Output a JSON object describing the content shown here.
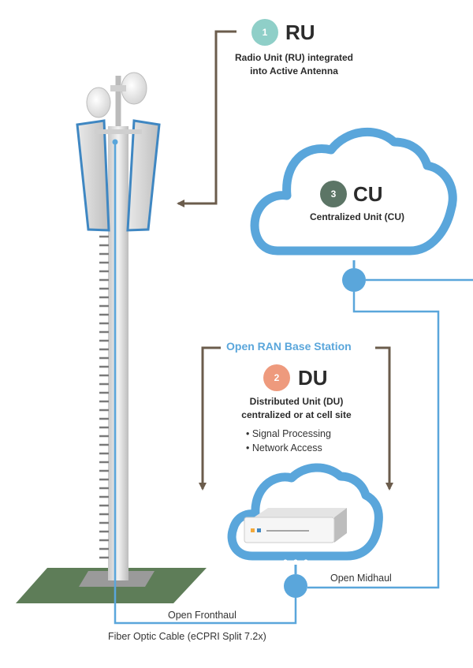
{
  "ru": {
    "number": "1",
    "title": "RU",
    "line1": "Radio Unit (RU) integrated",
    "line2": "into Active Antenna"
  },
  "cu": {
    "number": "3",
    "title": "CU",
    "subtitle": "Centralized Unit (CU)"
  },
  "du": {
    "number": "2",
    "title": "DU",
    "line1": "Distributed Unit (DU)",
    "line2": "centralized or at cell site",
    "bullets": [
      "• Signal Processing",
      "• Network Access"
    ]
  },
  "base_station": "Open RAN Base Station",
  "links": {
    "midhaul": "Open Midhaul",
    "fronthaul": "Open Fronthaul",
    "fiber": "Fiber Optic Cable (eCPRI Split 7.2x)"
  },
  "colors": {
    "blue": "#5aa6db",
    "dark_blue": "#3f87c2",
    "ru_badge": "#8fcfc8",
    "cu_badge": "#5c7566",
    "du_badge": "#ee9a7d",
    "arrow": "#6b5c4c",
    "ground": "#5e7d58"
  }
}
